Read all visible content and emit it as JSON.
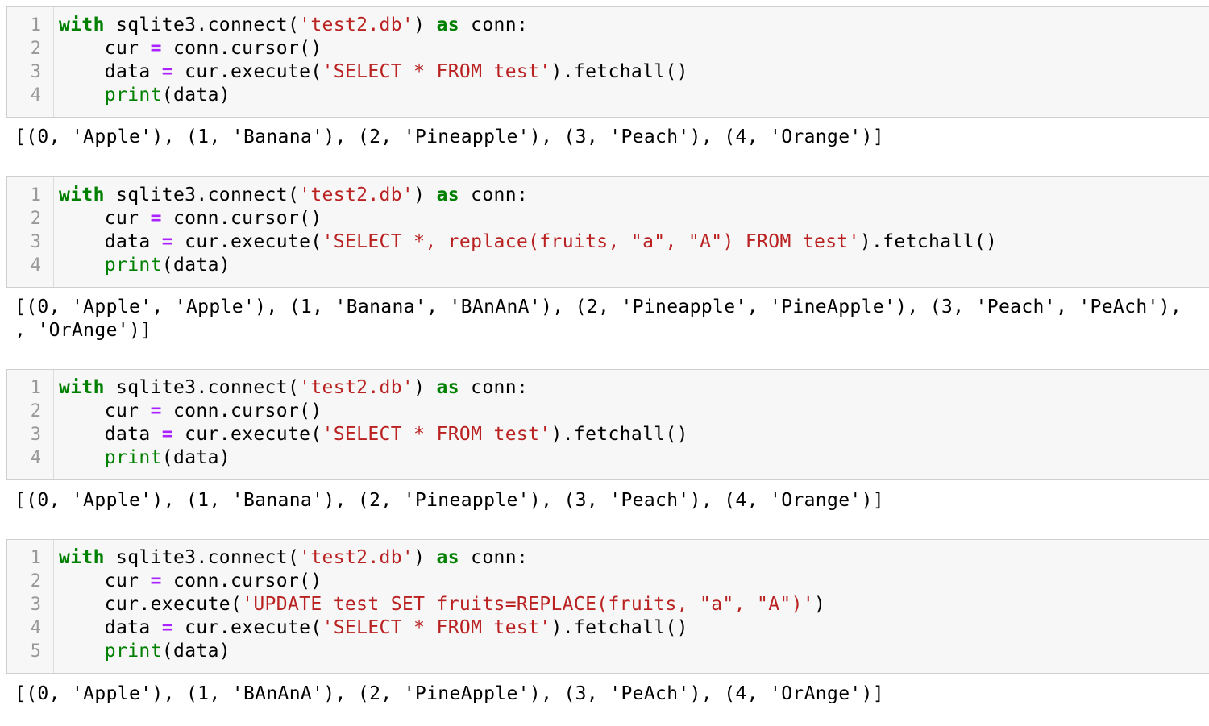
{
  "cells": [
    {
      "line_numbers": [
        "1",
        "2",
        "3",
        "4"
      ],
      "lines": [
        [
          {
            "t": "with",
            "c": "kw"
          },
          {
            "t": " sqlite3.connect(",
            "c": ""
          },
          {
            "t": "'test2.db'",
            "c": "str"
          },
          {
            "t": ") ",
            "c": ""
          },
          {
            "t": "as",
            "c": "kw"
          },
          {
            "t": " conn:",
            "c": ""
          }
        ],
        [
          {
            "t": "    cur ",
            "c": ""
          },
          {
            "t": "=",
            "c": "op"
          },
          {
            "t": " conn.cursor()",
            "c": ""
          }
        ],
        [
          {
            "t": "    data ",
            "c": ""
          },
          {
            "t": "=",
            "c": "op"
          },
          {
            "t": " cur.execute(",
            "c": ""
          },
          {
            "t": "'SELECT * FROM test'",
            "c": "str"
          },
          {
            "t": ").fetchall()",
            "c": ""
          }
        ],
        [
          {
            "t": "    ",
            "c": ""
          },
          {
            "t": "print",
            "c": "bi"
          },
          {
            "t": "(data)",
            "c": ""
          }
        ]
      ],
      "output": [
        "[(0, 'Apple'), (1, 'Banana'), (2, 'Pineapple'), (3, 'Peach'), (4, 'Orange')]"
      ]
    },
    {
      "line_numbers": [
        "1",
        "2",
        "3",
        "4"
      ],
      "lines": [
        [
          {
            "t": "with",
            "c": "kw"
          },
          {
            "t": " sqlite3.connect(",
            "c": ""
          },
          {
            "t": "'test2.db'",
            "c": "str"
          },
          {
            "t": ") ",
            "c": ""
          },
          {
            "t": "as",
            "c": "kw"
          },
          {
            "t": " conn:",
            "c": ""
          }
        ],
        [
          {
            "t": "    cur ",
            "c": ""
          },
          {
            "t": "=",
            "c": "op"
          },
          {
            "t": " conn.cursor()",
            "c": ""
          }
        ],
        [
          {
            "t": "    data ",
            "c": ""
          },
          {
            "t": "=",
            "c": "op"
          },
          {
            "t": " cur.execute(",
            "c": ""
          },
          {
            "t": "'SELECT *, replace(fruits, \"a\", \"A\") FROM test'",
            "c": "str"
          },
          {
            "t": ").fetchall()",
            "c": ""
          }
        ],
        [
          {
            "t": "    ",
            "c": ""
          },
          {
            "t": "print",
            "c": "bi"
          },
          {
            "t": "(data)",
            "c": ""
          }
        ]
      ],
      "output": [
        "[(0, 'Apple', 'Apple'), (1, 'Banana', 'BAnAnA'), (2, 'Pineapple', 'PineApple'), (3, 'Peach', 'PeAch'),",
        ", 'OrAnge')]"
      ]
    },
    {
      "line_numbers": [
        "1",
        "2",
        "3",
        "4"
      ],
      "lines": [
        [
          {
            "t": "with",
            "c": "kw"
          },
          {
            "t": " sqlite3.connect(",
            "c": ""
          },
          {
            "t": "'test2.db'",
            "c": "str"
          },
          {
            "t": ") ",
            "c": ""
          },
          {
            "t": "as",
            "c": "kw"
          },
          {
            "t": " conn:",
            "c": ""
          }
        ],
        [
          {
            "t": "    cur ",
            "c": ""
          },
          {
            "t": "=",
            "c": "op"
          },
          {
            "t": " conn.cursor()",
            "c": ""
          }
        ],
        [
          {
            "t": "    data ",
            "c": ""
          },
          {
            "t": "=",
            "c": "op"
          },
          {
            "t": " cur.execute(",
            "c": ""
          },
          {
            "t": "'SELECT * FROM test'",
            "c": "str"
          },
          {
            "t": ").fetchall()",
            "c": ""
          }
        ],
        [
          {
            "t": "    ",
            "c": ""
          },
          {
            "t": "print",
            "c": "bi"
          },
          {
            "t": "(data)",
            "c": ""
          }
        ]
      ],
      "output": [
        "[(0, 'Apple'), (1, 'Banana'), (2, 'Pineapple'), (3, 'Peach'), (4, 'Orange')]"
      ]
    },
    {
      "line_numbers": [
        "1",
        "2",
        "3",
        "4",
        "5"
      ],
      "lines": [
        [
          {
            "t": "with",
            "c": "kw"
          },
          {
            "t": " sqlite3.connect(",
            "c": ""
          },
          {
            "t": "'test2.db'",
            "c": "str"
          },
          {
            "t": ") ",
            "c": ""
          },
          {
            "t": "as",
            "c": "kw"
          },
          {
            "t": " conn:",
            "c": ""
          }
        ],
        [
          {
            "t": "    cur ",
            "c": ""
          },
          {
            "t": "=",
            "c": "op"
          },
          {
            "t": " conn.cursor()",
            "c": ""
          }
        ],
        [
          {
            "t": "    cur.execute(",
            "c": ""
          },
          {
            "t": "'UPDATE test SET fruits=REPLACE(fruits, \"a\", \"A\")'",
            "c": "str"
          },
          {
            "t": ")",
            "c": ""
          }
        ],
        [
          {
            "t": "    data ",
            "c": ""
          },
          {
            "t": "=",
            "c": "op"
          },
          {
            "t": " cur.execute(",
            "c": ""
          },
          {
            "t": "'SELECT * FROM test'",
            "c": "str"
          },
          {
            "t": ").fetchall()",
            "c": ""
          }
        ],
        [
          {
            "t": "    ",
            "c": ""
          },
          {
            "t": "print",
            "c": "bi"
          },
          {
            "t": "(data)",
            "c": ""
          }
        ]
      ],
      "output": [
        "[(0, 'Apple'), (1, 'BAnAnA'), (2, 'PineApple'), (3, 'PeAch'), (4, 'OrAnge')]"
      ]
    }
  ]
}
